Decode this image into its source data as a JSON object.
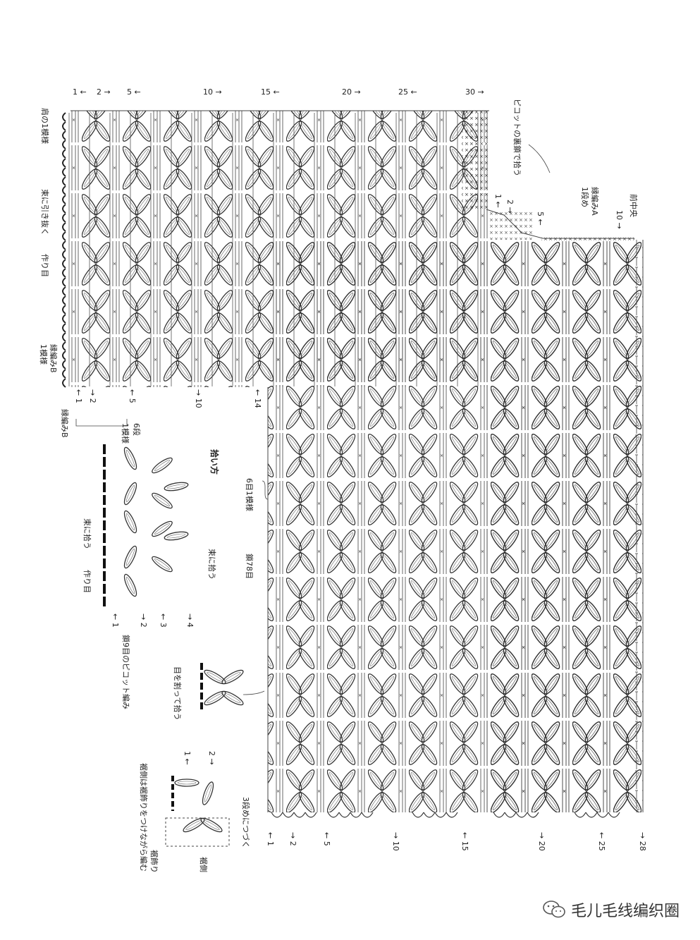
{
  "upper": {
    "top_row_numbers": [
      "1",
      "2",
      "5",
      "10",
      "15",
      "20",
      "25",
      "30"
    ],
    "bottom_row_numbers": [
      "1",
      "2",
      "5",
      "10",
      "14"
    ],
    "labels": {
      "shoulder": "肩の1模様",
      "slip_through": "束に引き抜く",
      "foundation": "作り目",
      "edge_b": "縁編みB",
      "one_pattern": "1模様",
      "edge_b_bottom": "縁編みB",
      "six_rows": "6段",
      "one_pattern_bottom": "1模様"
    }
  },
  "neck": {
    "picot_note": "ピコットの裏鎖で拾う",
    "step_numbers": [
      "1",
      "2",
      "5",
      "10"
    ],
    "edge_a": "縁編みA",
    "first_row": "1段め",
    "front_center": "前中央"
  },
  "lower": {
    "bottom_numbers": [
      "1",
      "2",
      "5",
      "10",
      "15",
      "20",
      "25",
      "28"
    ],
    "six_st_pattern": "6目1模様",
    "chain_78": "鎖78目"
  },
  "pickup": {
    "title": "拾い方",
    "pick_bundle": "束に拾う",
    "pick_bundle_2": "束に拾う",
    "foundation": "作り目",
    "row_numbers": [
      "1",
      "2",
      "3",
      "4"
    ],
    "picot": "鎖9目のピコット編み"
  },
  "split": {
    "label": "目を割って拾う"
  },
  "hem": {
    "numbers": [
      "1",
      "2"
    ],
    "note": "3段めにつづく",
    "edge_note": "裾側は裾飾りをつけながら編む",
    "hem_side": "裾側",
    "hem_deco": "裾飾り"
  },
  "watermark": {
    "text": "毛儿毛线编织圈",
    "icon": "wechat-icon"
  }
}
